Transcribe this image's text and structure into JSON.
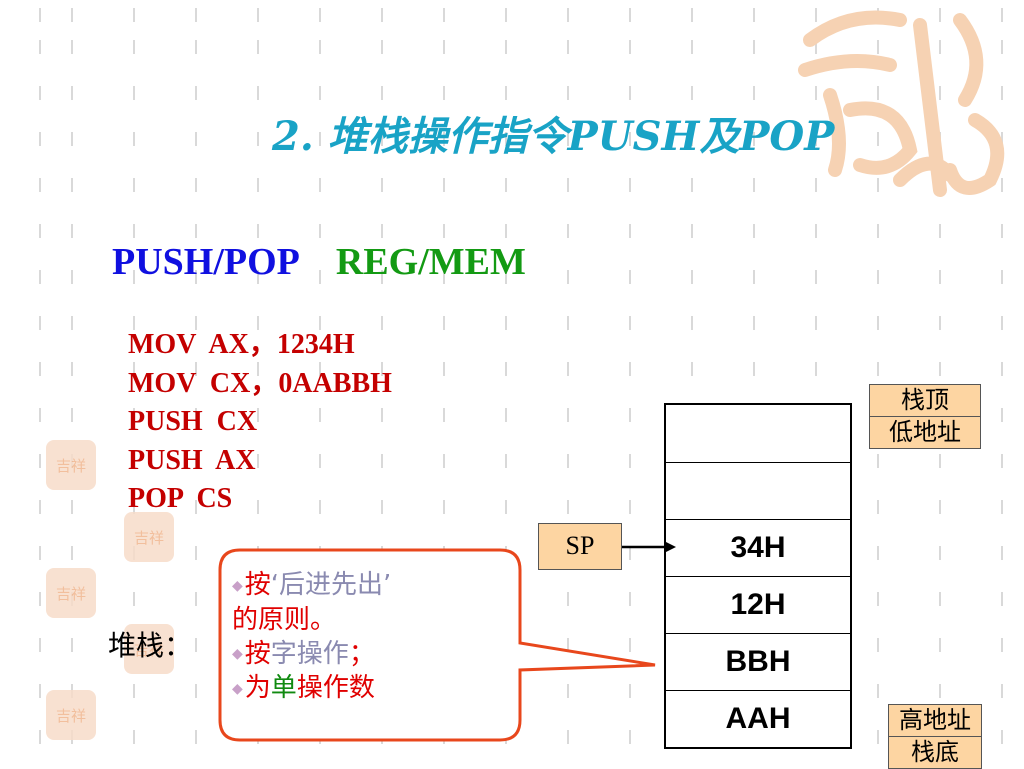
{
  "title": "2.  堆栈操作指令PUSH及POP",
  "syntax": {
    "ops": "PUSH/POP",
    "args": "REG/MEM"
  },
  "code_lines": [
    "MOV  AX，1234H",
    "MOV  CX，0AABBH",
    "PUSH  CX",
    "PUSH  AX",
    "POP  CS"
  ],
  "stack_label": "堆栈：",
  "stack_cells": [
    "",
    "",
    "34H",
    "12H",
    "BBH",
    "AAH"
  ],
  "sp_label": "SP",
  "top_tag": {
    "line1": "栈顶",
    "line2": "低地址"
  },
  "bottom_tag": {
    "line1": "高地址",
    "line2": "栈底"
  },
  "callout": {
    "l1a": "按",
    "l1b": "‘后进先出’",
    "l2": "的原则。",
    "l3a": "按",
    "l3b": "字操作",
    "l3c": "；",
    "l4a": "为",
    "l4b": "单",
    "l4c": "操作数"
  },
  "colors": {
    "title": "#19a3c6",
    "ops": "#1010e0",
    "args": "#139a13",
    "code": "#c40000",
    "tag_fill": "#fdd5a2",
    "callout_border": "#e8471c"
  },
  "icons": [
    "decorative-seal-icon",
    "watermark-logo",
    "arrow-icon",
    "bullet-diamond-icon"
  ]
}
